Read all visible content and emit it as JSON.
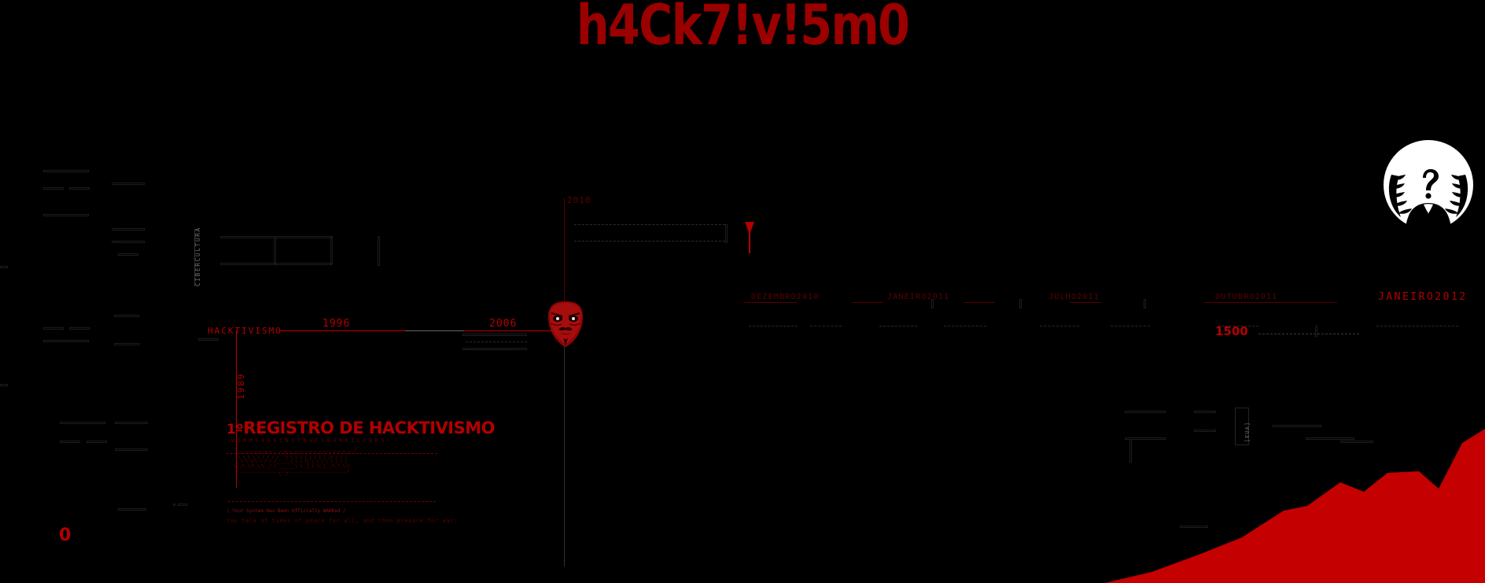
{
  "header": {
    "title": "h4Ck7!v!5m0",
    "title_color": "#9a0000"
  },
  "axes": {
    "y_axis_label": "CIBERCULTURA",
    "y_axis_zero": "0",
    "series_label": "HACKTIVISMO",
    "value_marker": "1500",
    "region_label": "[EUA]"
  },
  "timeline": {
    "early_marks": [
      {
        "label": "1989"
      },
      {
        "label": "1996"
      },
      {
        "label": "2006"
      },
      {
        "label": "2010"
      }
    ],
    "marks": [
      {
        "label": "DEZEMBRO2010"
      },
      {
        "label": "JANEIRO2011"
      },
      {
        "label": "JULHO2011"
      },
      {
        "label": "OUTUBRO2011"
      },
      {
        "label": "JANEIRO2012"
      }
    ]
  },
  "event_card": {
    "index": "1º",
    "title": "REGISTRO DE HACKTIVISMO",
    "subtitle": "WORMSAGAINSTNUCLEARKILLERS",
    "year": "1989",
    "ascii_art": "   \\__  ____________  _____  ____ ___  ____  _____  __/\n    \\ \\ \\ \\ \\ \\ / / / / /\\ \\ \\ \\ | | | | | | / / / /\n     \\ \\ \\ \\ \\ / / / /_ _\\ \\ \\ \\ | | | | | |/ / / /\n      \\ \\ \\/\\ \\ / / /______\\ \\ \\ \\| | | | | / / / /\n   \\\\_/\\_\\/\\_\\/\\__/ /________\\ \\__|_|_\\|_|__/\\_\\_\\//\n    \\______________________________________________/\n                      \\  /",
    "banner": "\\ Your System Has Been Officially WANKed /",
    "quote": "You talk of times of peace for all, and then prepare for war."
  },
  "chart_data": {
    "type": "area",
    "title": "h4Ck7!v!5m0",
    "xlabel": "",
    "ylabel": "CIBERCULTURA",
    "legend": [
      "HACKTIVISMO",
      "[EUA]"
    ],
    "grid": false,
    "x": [
      "1989",
      "1996",
      "2006",
      "2010",
      "DEZEMBRO2010",
      "JANEIRO2011",
      "JULHO2011",
      "OUTUBRO2011",
      "JANEIRO2012"
    ],
    "ylim": [
      0,
      1800
    ],
    "annotations": [
      {
        "label": "1500",
        "value": 1500
      },
      {
        "label": "0",
        "value": 0
      }
    ],
    "series": [
      {
        "name": "HACKTIVISMO",
        "values": [
          0,
          15,
          60,
          140,
          320,
          640,
          1010,
          1240,
          1760
        ],
        "color": "#c40000"
      }
    ],
    "points": [
      {
        "x": 0,
        "y": 0
      },
      {
        "x": 60,
        "y": 14
      },
      {
        "x": 120,
        "y": 36
      },
      {
        "x": 175,
        "y": 58
      },
      {
        "x": 228,
        "y": 92
      },
      {
        "x": 258,
        "y": 98
      },
      {
        "x": 300,
        "y": 128
      },
      {
        "x": 330,
        "y": 116
      },
      {
        "x": 360,
        "y": 140
      },
      {
        "x": 400,
        "y": 142
      },
      {
        "x": 425,
        "y": 120
      },
      {
        "x": 455,
        "y": 178
      },
      {
        "x": 484,
        "y": 196
      }
    ]
  },
  "icons": {
    "anon_logo": "anonymous-logo-icon",
    "mask": "guy-fawkes-mask-icon"
  }
}
